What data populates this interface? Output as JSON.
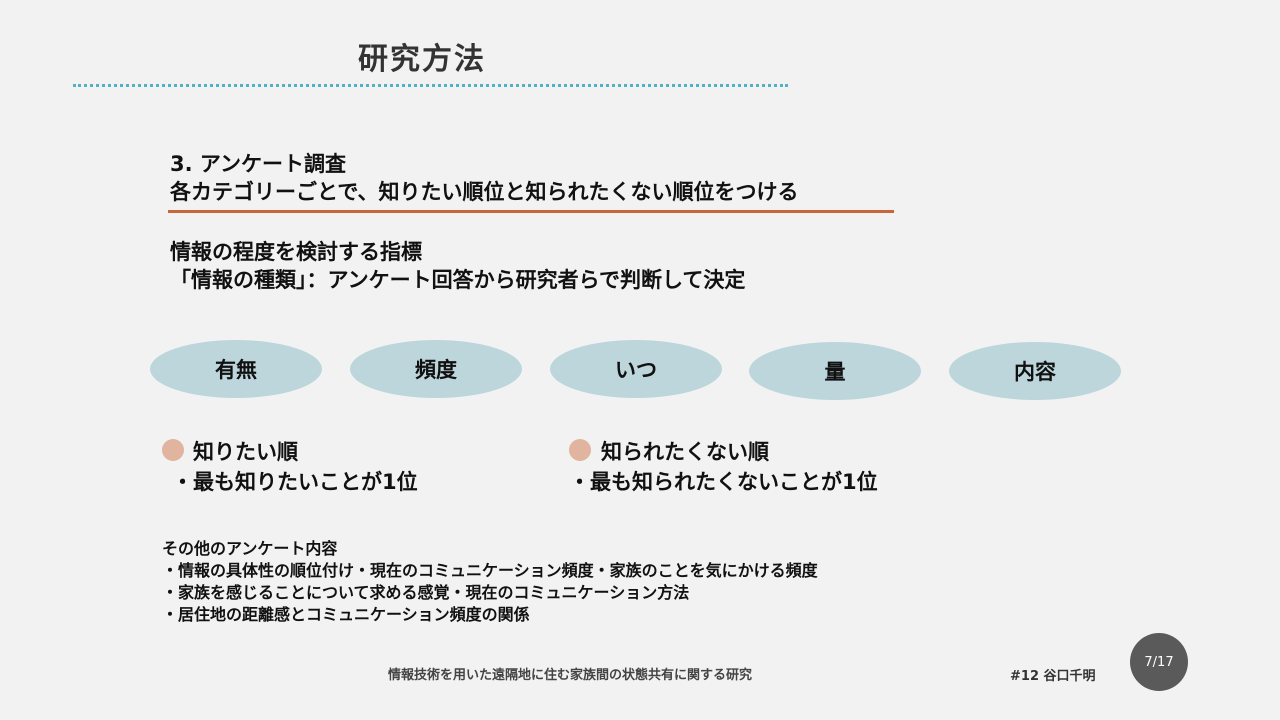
{
  "title": "研究方法",
  "section": {
    "heading": "3. アンケート調査",
    "subheading": "各カテゴリーごとで、知りたい順位と知られたくない順位をつける"
  },
  "indicator": {
    "line1": "情報の程度を検討する指標",
    "line2": "「情報の種類」：アンケート回答から研究者らで判断して決定"
  },
  "categories": [
    "有無",
    "頻度",
    "いつ",
    "量",
    "内容"
  ],
  "rankings": [
    {
      "title": "知りたい順",
      "desc": "・最も知りたいことが1位"
    },
    {
      "title": "知られたくない順",
      "desc": "・最も知られたくないことが1位"
    }
  ],
  "other": {
    "heading": "その他のアンケート内容",
    "items": [
      "・情報の具体性の順位付け・現在のコミュニケーション頻度・家族のことを気にかける頻度",
      "・家族を感じることについて求める感覚・現在のコミュニケーション方法",
      "・居住地の距離感とコミュニケーション頻度の関係"
    ]
  },
  "footer": {
    "research_title": "情報技術を用いた遠隔地に住む家族間の状態共有に関する研究",
    "author": "#12 谷口千明",
    "page": "7/17"
  }
}
